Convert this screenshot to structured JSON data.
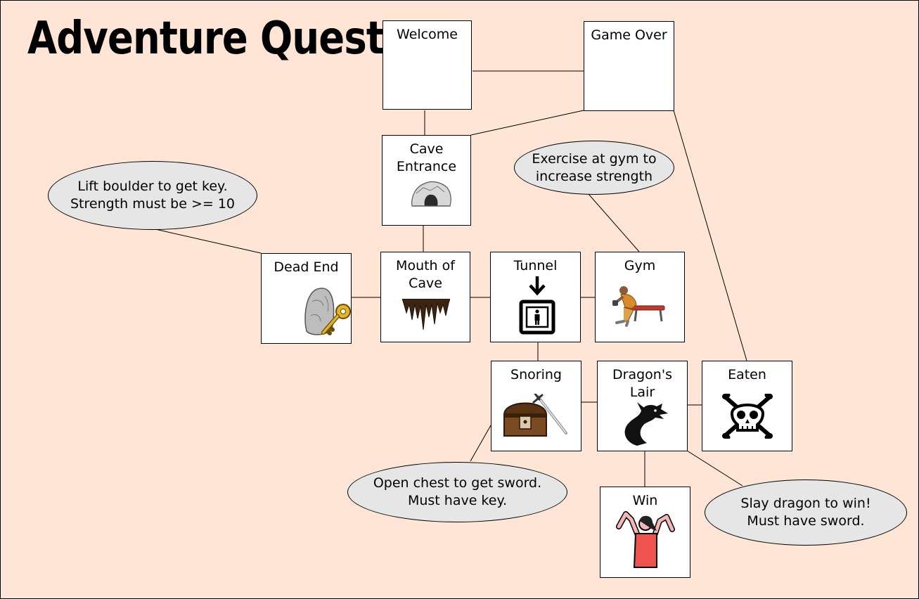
{
  "title": "Adventure Quest",
  "rooms": {
    "welcome": "Welcome",
    "game_over": "Game Over",
    "cave_entrance": "Cave\nEntrance",
    "dead_end": "Dead End",
    "mouth_of_cave": "Mouth of\nCave",
    "tunnel": "Tunnel",
    "gym": "Gym",
    "snoring": "Snoring",
    "dragons_lair": "Dragon's\nLair",
    "eaten": "Eaten",
    "win": "Win"
  },
  "notes": {
    "boulder": "Lift boulder to get key.\nStrength must be >= 10",
    "gym": "Exercise at gym to\nincrease strength",
    "chest": "Open chest to get sword.\nMust have key.",
    "dragon": "Slay dragon to win!\nMust have sword."
  },
  "icons": {
    "cave_entrance": "cave-icon",
    "dead_end": "boulder-key-icon",
    "mouth_of_cave": "stalactites-icon",
    "tunnel": "elevator-down-icon",
    "gym": "weightlifter-icon",
    "snoring": "treasure-chest-sword-icon",
    "dragons_lair": "dragon-icon",
    "eaten": "skull-crossbones-icon",
    "win": "celebrating-person-icon"
  },
  "colors": {
    "background": "#ffe5d5",
    "room_fill": "#ffffff",
    "note_fill": "#e6e6e6"
  }
}
